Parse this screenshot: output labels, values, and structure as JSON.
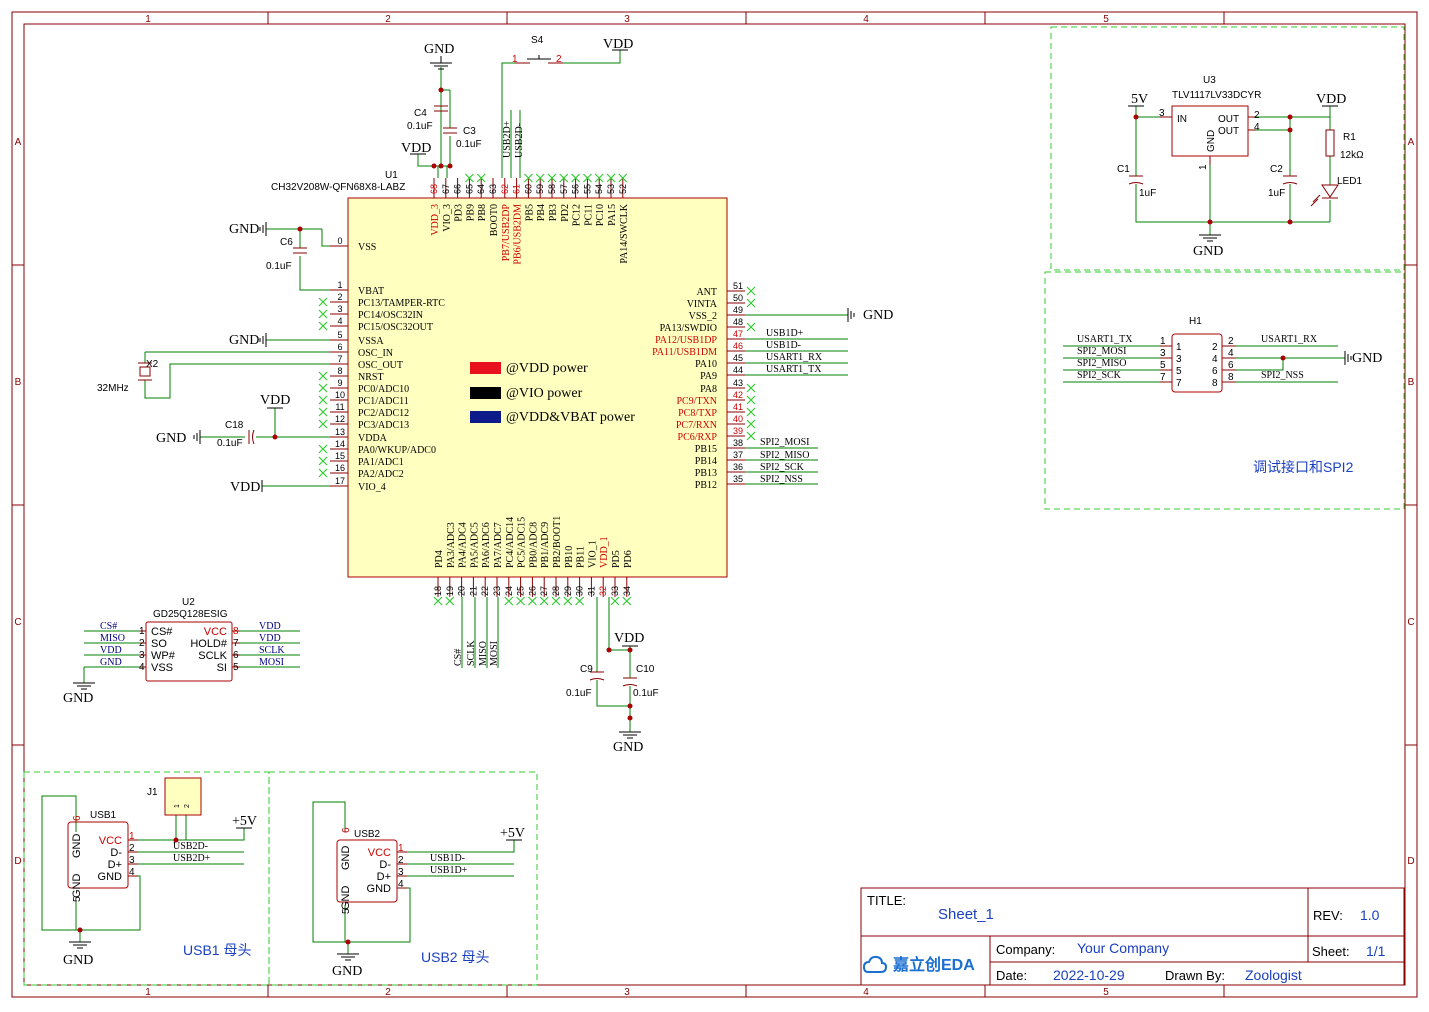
{
  "frame": {
    "col_labels": [
      "1",
      "2",
      "3",
      "4",
      "5"
    ],
    "row_labels": [
      "A",
      "B",
      "C",
      "D"
    ]
  },
  "mcu": {
    "designator": "U1",
    "part": "CH32V208W-QFN68X8-LABZ",
    "top_pins": [
      {
        "num": "68",
        "name": "VDD_3",
        "red": true
      },
      {
        "num": "67",
        "name": "VIO_3",
        "red": false
      },
      {
        "num": "66",
        "name": "PD3",
        "red": false
      },
      {
        "num": "65",
        "name": "PB9",
        "red": false
      },
      {
        "num": "64",
        "name": "PB8",
        "red": false
      },
      {
        "num": "63",
        "name": "BOOT0",
        "red": false
      },
      {
        "num": "62",
        "name": "PB7/USB2DP",
        "red": true
      },
      {
        "num": "61",
        "name": "PB6/USB2DM",
        "red": true
      },
      {
        "num": "60",
        "name": "PB5",
        "red": false
      },
      {
        "num": "59",
        "name": "PB4",
        "red": false
      },
      {
        "num": "58",
        "name": "PB3",
        "red": false
      },
      {
        "num": "57",
        "name": "PD2",
        "red": false
      },
      {
        "num": "56",
        "name": "PC12",
        "red": false
      },
      {
        "num": "55",
        "name": "PC11",
        "red": false
      },
      {
        "num": "54",
        "name": "PC10",
        "red": false
      },
      {
        "num": "53",
        "name": "PA15",
        "red": false
      },
      {
        "num": "52",
        "name": "PA14/SWCLK",
        "red": false
      }
    ],
    "left_pins": [
      {
        "num": "0",
        "name": "VSS"
      },
      {
        "num": "1",
        "name": "VBAT"
      },
      {
        "num": "2",
        "name": "PC13/TAMPER-RTC"
      },
      {
        "num": "3",
        "name": "PC14/OSC32IN"
      },
      {
        "num": "4",
        "name": "PC15/OSC32OUT"
      },
      {
        "num": "5",
        "name": "VSSA"
      },
      {
        "num": "6",
        "name": "OSC_IN"
      },
      {
        "num": "7",
        "name": "OSC_OUT"
      },
      {
        "num": "8",
        "name": "NRST"
      },
      {
        "num": "9",
        "name": "PC0/ADC10"
      },
      {
        "num": "10",
        "name": "PC1/ADC11"
      },
      {
        "num": "11",
        "name": "PC2/ADC12"
      },
      {
        "num": "12",
        "name": "PC3/ADC13"
      },
      {
        "num": "13",
        "name": "VDDA"
      },
      {
        "num": "14",
        "name": "PA0/WKUP/ADC0"
      },
      {
        "num": "15",
        "name": "PA1/ADC1"
      },
      {
        "num": "16",
        "name": "PA2/ADC2"
      },
      {
        "num": "17",
        "name": "VIO_4"
      }
    ],
    "right_pins": [
      {
        "num": "51",
        "name": "ANT",
        "red": false
      },
      {
        "num": "50",
        "name": "VINTA",
        "red": false
      },
      {
        "num": "49",
        "name": "VSS_2",
        "red": false
      },
      {
        "num": "48",
        "name": "PA13/SWDIO",
        "red": false
      },
      {
        "num": "47",
        "name": "PA12/USB1DP",
        "red": true
      },
      {
        "num": "46",
        "name": "PA11/USB1DM",
        "red": true
      },
      {
        "num": "45",
        "name": "PA10",
        "red": false
      },
      {
        "num": "44",
        "name": "PA9",
        "red": false
      },
      {
        "num": "43",
        "name": "PA8",
        "red": false
      },
      {
        "num": "42",
        "name": "PC9/TXN",
        "red": true
      },
      {
        "num": "41",
        "name": "PC8/TXP",
        "red": true
      },
      {
        "num": "40",
        "name": "PC7/RXN",
        "red": true
      },
      {
        "num": "39",
        "name": "PC6/RXP",
        "red": true
      },
      {
        "num": "38",
        "name": "PB15",
        "red": false
      },
      {
        "num": "37",
        "name": "PB14",
        "red": false
      },
      {
        "num": "36",
        "name": "PB13",
        "red": false
      },
      {
        "num": "35",
        "name": "PB12",
        "red": false
      }
    ],
    "bottom_pins": [
      {
        "num": "18",
        "name": "PD4",
        "red": false
      },
      {
        "num": "19",
        "name": "PA3/ADC3",
        "red": false
      },
      {
        "num": "20",
        "name": "PA4/ADC4",
        "red": false
      },
      {
        "num": "21",
        "name": "PA5/ADC5",
        "red": false
      },
      {
        "num": "22",
        "name": "PA6/ADC6",
        "red": false
      },
      {
        "num": "23",
        "name": "PA7/ADC7",
        "red": false
      },
      {
        "num": "24",
        "name": "PC4/ADC14",
        "red": false
      },
      {
        "num": "25",
        "name": "PC5/ADC15",
        "red": false
      },
      {
        "num": "26",
        "name": "PB0/ADC8",
        "red": false
      },
      {
        "num": "27",
        "name": "PB1/ADC9",
        "red": false
      },
      {
        "num": "28",
        "name": "PB2/BOOT1",
        "red": false
      },
      {
        "num": "29",
        "name": "PB10",
        "red": false
      },
      {
        "num": "30",
        "name": "PB11",
        "red": false
      },
      {
        "num": "31",
        "name": "VIO_1",
        "red": false
      },
      {
        "num": "32",
        "name": "VDD_1",
        "red": true
      },
      {
        "num": "33",
        "name": "PD5",
        "red": false
      },
      {
        "num": "34",
        "name": "PD6",
        "red": false
      }
    ],
    "legend": [
      {
        "label": "@VDD power",
        "color": "#e8101c",
        "text_color": "#cc0000"
      },
      {
        "label": "@VIO power",
        "color": "#000000",
        "text_color": "#000000"
      },
      {
        "label": "@VDD&VBAT power",
        "color": "#0c1a8a",
        "text_color": "#000099"
      }
    ]
  },
  "nets": {
    "usb1_dp": "USB1D+",
    "usb1_dm": "USB1D-",
    "uart_rx": "USART1_RX",
    "uart_tx": "USART1_TX",
    "spi_mosi": "SPI2_MOSI",
    "spi_miso": "SPI2_MISO",
    "spi_sck": "SPI2_SCK",
    "spi_nss": "SPI2_NSS",
    "usb2_dp": "USB2D+",
    "usb2_dm": "USB2D-",
    "cs": "CS#",
    "sclk": "SCLK",
    "miso": "MISO",
    "mosi": "MOSI"
  },
  "power": {
    "gnd": "GND",
    "vdd": "VDD",
    "p5v": "+5V",
    "p5v_reg": "5V"
  },
  "parts": {
    "c4": {
      "ref": "C4",
      "val": "0.1uF"
    },
    "c3": {
      "ref": "C3",
      "val": "0.1uF"
    },
    "c6": {
      "ref": "C6",
      "val": "0.1uF"
    },
    "c18": {
      "ref": "C18",
      "val": "0.1uF"
    },
    "c9": {
      "ref": "C9",
      "val": "0.1uF"
    },
    "c10": {
      "ref": "C10",
      "val": "0.1uF"
    },
    "x2": {
      "ref": "X2",
      "val": "32MHz"
    },
    "s4": {
      "ref": "S4",
      "pin1": "1",
      "pin2": "2"
    },
    "u3": {
      "ref": "U3",
      "part": "TLV1117LV33DCYR",
      "in": "IN",
      "out": "OUT",
      "gnd": "GND",
      "pin_in": "3",
      "pin_out1": "2",
      "pin_out2": "4",
      "pin_gnd": "1"
    },
    "c1": {
      "ref": "C1",
      "val": "1uF"
    },
    "c2": {
      "ref": "C2",
      "val": "1uF"
    },
    "r1": {
      "ref": "R1",
      "val": "12kΩ"
    },
    "led1": {
      "ref": "LED1"
    },
    "h1": {
      "ref": "H1",
      "left_pins": [
        "1",
        "3",
        "5",
        "7"
      ],
      "right_pins": [
        "2",
        "4",
        "6",
        "8"
      ]
    },
    "u2": {
      "ref": "U2",
      "part": "GD25Q128ESIG",
      "left": [
        {
          "num": "1",
          "name": "CS#",
          "net": "CS#"
        },
        {
          "num": "2",
          "name": "SO",
          "net": "MISO"
        },
        {
          "num": "3",
          "name": "WP#",
          "net": "VDD"
        },
        {
          "num": "4",
          "name": "VSS",
          "net": "GND"
        }
      ],
      "right": [
        {
          "num": "8",
          "name": "VCC",
          "net": "VDD"
        },
        {
          "num": "7",
          "name": "HOLD#",
          "net": "VDD"
        },
        {
          "num": "6",
          "name": "SCLK",
          "net": "SCLK"
        },
        {
          "num": "5",
          "name": "SI",
          "net": "MOSI"
        }
      ]
    },
    "usb1": {
      "ref": "USB1",
      "pins": [
        "VCC",
        "D-",
        "D+",
        "GND"
      ],
      "nums": [
        "1",
        "2",
        "3",
        "4"
      ],
      "gnd_label": "GND",
      "gnd_nums": [
        "6",
        "5"
      ]
    },
    "usb2": {
      "ref": "USB2",
      "pins": [
        "VCC",
        "D-",
        "D+",
        "GND"
      ],
      "nums": [
        "1",
        "2",
        "3",
        "4"
      ],
      "gnd_label": "GND",
      "gnd_nums": [
        "6",
        "5"
      ]
    },
    "j1": {
      "ref": "J1",
      "pins": [
        "1",
        "2"
      ]
    }
  },
  "section_labels": {
    "debug": "调试接口和SPI2",
    "usb1": "USB1 母头",
    "usb2": "USB2 母头"
  },
  "title_block": {
    "title_label": "TITLE:",
    "title": "Sheet_1",
    "rev_label": "REV:",
    "rev": "1.0",
    "company_label": "Company:",
    "company": "Your Company",
    "sheet_label": "Sheet:",
    "sheet": "1/1",
    "date_label": "Date:",
    "date": "2022-10-29",
    "drawn_label": "Drawn By:",
    "drawn": "Zoologist",
    "logo": "嘉立创EDA",
    "logo_icon": "cloud-icon"
  },
  "colors": {
    "wire": "#008000",
    "pin": "#880000",
    "net": "#000080",
    "body": "#ffffc0",
    "body_stroke": "#aa0000",
    "nc": "#33cc33",
    "red_text": "#cc0000",
    "frame": "#880000",
    "title_blue": "#1a3fbf"
  }
}
